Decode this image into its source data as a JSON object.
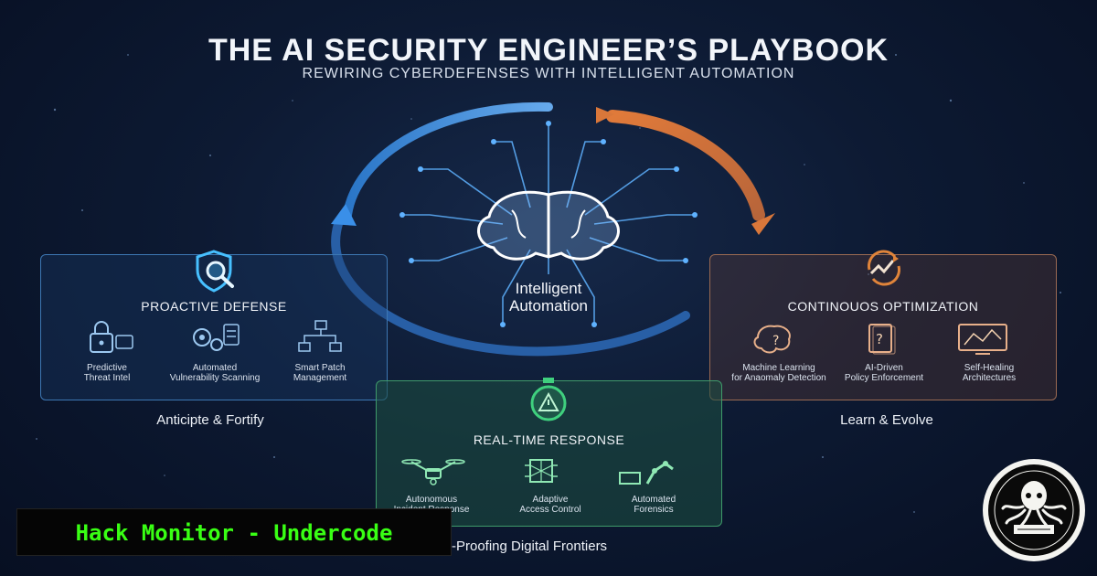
{
  "header": {
    "title": "THE AI SECURITY ENGINEER’S PLAYBOOK",
    "subtitle": "REWIRING CYBERDEFENSES WITH INTELLIGENT AUTOMATION"
  },
  "center": {
    "label_line1": "Intelligent",
    "label_line2": "Automation",
    "icon": "brain-circuit-icon"
  },
  "cards": {
    "left": {
      "title": "PROACTIVE DEFENSE",
      "icon": "shield-search-icon",
      "accent": "#3d77b3",
      "features": [
        {
          "line1": "Predictive",
          "line2": "Threat Intel",
          "icon": "lock-icon"
        },
        {
          "line1": "Automated",
          "line2": "Vulnerability Scanning",
          "icon": "gears-document-icon"
        },
        {
          "line1": "Smart Patch",
          "line2": "Management",
          "icon": "flowchart-icon"
        }
      ],
      "tagline": "Anticipte & Fortify"
    },
    "right": {
      "title": "CONTINOUOS OPTIMIZATION",
      "icon": "cycle-trend-icon",
      "accent": "#e0843a",
      "features": [
        {
          "line1": "Machine Learning",
          "line2": "for Anaomaly Detection",
          "icon": "brain-question-icon"
        },
        {
          "line1": "AI-Driven",
          "line2": "Policy Enforcement",
          "icon": "question-document-icon"
        },
        {
          "line1": "Self-Healing",
          "line2": "Architectures",
          "icon": "monitor-network-icon"
        }
      ],
      "tagline": "Learn & Evolve"
    },
    "bottom": {
      "title": "REAL-TIME RESPONSE",
      "icon": "stopwatch-alert-icon",
      "accent": "#3fd07e",
      "features": [
        {
          "line1": "Autonomous",
          "line2": "Incident Response",
          "icon": "drone-icon"
        },
        {
          "line1": "Adaptive",
          "line2": "Access Control",
          "icon": "chip-icon"
        },
        {
          "line1": "Automated",
          "line2": "Forensics",
          "icon": "robot-arm-icon"
        }
      ],
      "tagline": "-Proofing Digital Frontiers"
    }
  },
  "banner": {
    "text": "Hack Monitor - Undercode"
  },
  "badge": {
    "icon": "octopus-logo-icon"
  }
}
